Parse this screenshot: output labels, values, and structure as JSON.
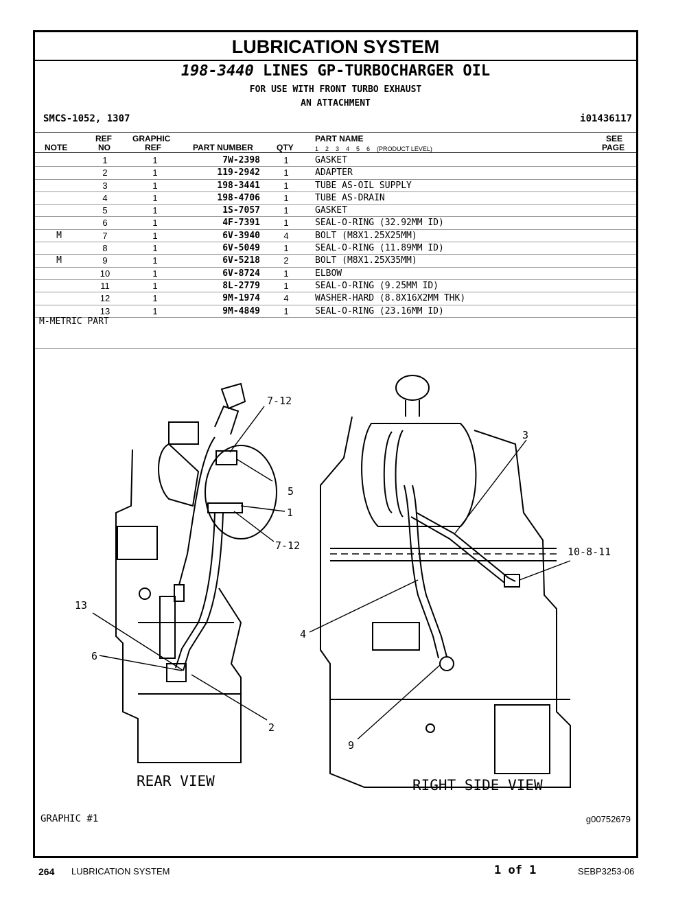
{
  "section_title": "LUBRICATION SYSTEM",
  "group": {
    "number": "198-3440",
    "name": "LINES GP-TURBOCHARGER OIL",
    "use_line1": "FOR USE WITH FRONT TURBO EXHAUST",
    "use_line2": "AN ATTACHMENT"
  },
  "smcs": "SMCS-1052, 1307",
  "illustration_id": "i01436117",
  "headers": {
    "note": "NOTE",
    "ref_top": "REF",
    "ref_bottom": "NO",
    "graphic_top": "GRAPHIC",
    "graphic_bottom": "REF",
    "part_number": "PART NUMBER",
    "qty": "QTY",
    "part_name": "PART NAME",
    "levels": "1    2    3    4    5    6    (PRODUCT LEVEL)",
    "see_top": "SEE",
    "see_bottom": "PAGE"
  },
  "parts": [
    {
      "note": "",
      "ref": "1",
      "graphic": "1",
      "pn": "7W-2398",
      "qty": "1",
      "name": "GASKET"
    },
    {
      "note": "",
      "ref": "2",
      "graphic": "1",
      "pn": "119-2942",
      "qty": "1",
      "name": "ADAPTER"
    },
    {
      "note": "",
      "ref": "3",
      "graphic": "1",
      "pn": "198-3441",
      "qty": "1",
      "name": "TUBE AS-OIL SUPPLY"
    },
    {
      "note": "",
      "ref": "4",
      "graphic": "1",
      "pn": "198-4706",
      "qty": "1",
      "name": "TUBE AS-DRAIN"
    },
    {
      "note": "",
      "ref": "5",
      "graphic": "1",
      "pn": "1S-7057",
      "qty": "1",
      "name": "GASKET"
    },
    {
      "note": "",
      "ref": "6",
      "graphic": "1",
      "pn": "4F-7391",
      "qty": "1",
      "name": "SEAL-O-RING (32.92MM ID)"
    },
    {
      "note": "M",
      "ref": "7",
      "graphic": "1",
      "pn": "6V-3940",
      "qty": "4",
      "name": "BOLT (M8X1.25X25MM)"
    },
    {
      "note": "",
      "ref": "8",
      "graphic": "1",
      "pn": "6V-5049",
      "qty": "1",
      "name": "SEAL-O-RING (11.89MM ID)"
    },
    {
      "note": "M",
      "ref": "9",
      "graphic": "1",
      "pn": "6V-5218",
      "qty": "2",
      "name": "BOLT (M8X1.25X35MM)"
    },
    {
      "note": "",
      "ref": "10",
      "graphic": "1",
      "pn": "6V-8724",
      "qty": "1",
      "name": "ELBOW"
    },
    {
      "note": "",
      "ref": "11",
      "graphic": "1",
      "pn": "8L-2779",
      "qty": "1",
      "name": "SEAL-O-RING (9.25MM ID)"
    },
    {
      "note": "",
      "ref": "12",
      "graphic": "1",
      "pn": "9M-1974",
      "qty": "4",
      "name": "WASHER-HARD (8.8X16X2MM THK)"
    },
    {
      "note": "",
      "ref": "13",
      "graphic": "1",
      "pn": "9M-4849",
      "qty": "1",
      "name": "SEAL-O-RING (23.16MM ID)"
    }
  ],
  "footnote": "M-METRIC PART",
  "drawing": {
    "rear_view_label": "REAR VIEW",
    "right_view_label": "RIGHT SIDE VIEW",
    "callouts": {
      "c7_12a": "7-12",
      "c5": "5",
      "c1": "1",
      "c7_12b": "7-12",
      "c13": "13",
      "c6": "6",
      "c2": "2",
      "c3": "3",
      "c10_8_11": "10-8-11",
      "c4": "4",
      "c9": "9"
    }
  },
  "graphic_label": "GRAPHIC #1",
  "graphic_id": "g00752679",
  "footer": {
    "page_number": "264",
    "section": "LUBRICATION SYSTEM",
    "page_of": "1 of 1",
    "doc": "SEBP3253-06"
  }
}
